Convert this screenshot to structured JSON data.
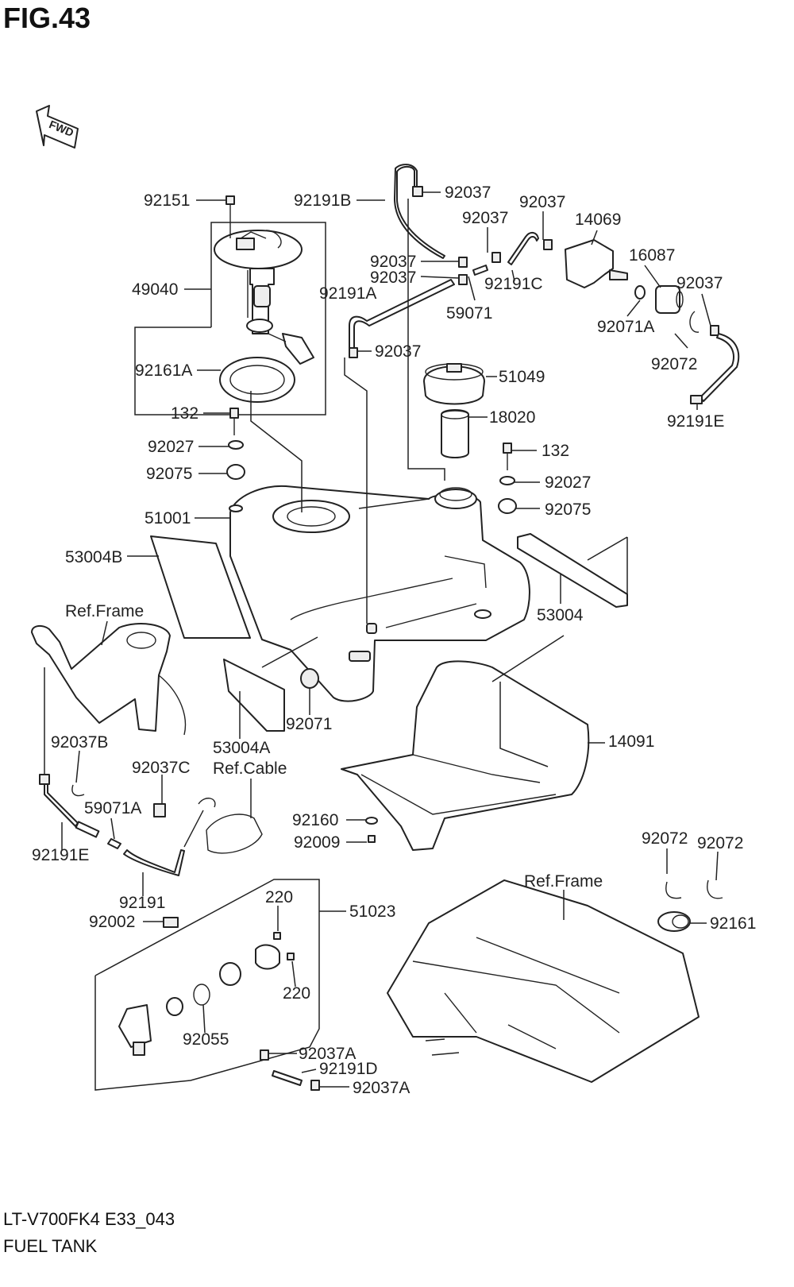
{
  "figure": {
    "title": "FIG.43",
    "model_code": "LT-V700FK4 E33_043",
    "name": "FUEL TANK"
  },
  "fwd_label": "FWD",
  "labels": [
    {
      "id": "92151",
      "text": "92151"
    },
    {
      "id": "49040",
      "text": "49040"
    },
    {
      "id": "92161A",
      "text": "92161A"
    },
    {
      "id": "132_left",
      "text": "132"
    },
    {
      "id": "92027_left",
      "text": "92027"
    },
    {
      "id": "92075_left",
      "text": "92075"
    },
    {
      "id": "51001",
      "text": "51001"
    },
    {
      "id": "53004B",
      "text": "53004B"
    },
    {
      "id": "ref_frame_1",
      "text": "Ref.Frame"
    },
    {
      "id": "92191B",
      "text": "92191B"
    },
    {
      "id": "92037_top",
      "text": "92037"
    },
    {
      "id": "92037_b",
      "text": "92037"
    },
    {
      "id": "92037_c",
      "text": "92037"
    },
    {
      "id": "14069",
      "text": "14069"
    },
    {
      "id": "92037_d",
      "text": "92037"
    },
    {
      "id": "92037_e",
      "text": "92037"
    },
    {
      "id": "16087",
      "text": "16087"
    },
    {
      "id": "92191C",
      "text": "92191C"
    },
    {
      "id": "92037_f",
      "text": "92037"
    },
    {
      "id": "92191A",
      "text": "92191A"
    },
    {
      "id": "59071",
      "text": "59071"
    },
    {
      "id": "92071A",
      "text": "92071A"
    },
    {
      "id": "92037_g",
      "text": "92037"
    },
    {
      "id": "92072_top",
      "text": "92072"
    },
    {
      "id": "51049",
      "text": "51049"
    },
    {
      "id": "92191E_right",
      "text": "92191E"
    },
    {
      "id": "18020",
      "text": "18020"
    },
    {
      "id": "132_right",
      "text": "132"
    },
    {
      "id": "92027_right",
      "text": "92027"
    },
    {
      "id": "92075_right",
      "text": "92075"
    },
    {
      "id": "53004",
      "text": "53004"
    },
    {
      "id": "92071",
      "text": "92071"
    },
    {
      "id": "53004A",
      "text": "53004A"
    },
    {
      "id": "14091",
      "text": "14091"
    },
    {
      "id": "92037B",
      "text": "92037B"
    },
    {
      "id": "92037C",
      "text": "92037C"
    },
    {
      "id": "ref_cable",
      "text": "Ref.Cable"
    },
    {
      "id": "59071A",
      "text": "59071A"
    },
    {
      "id": "92191E_left",
      "text": "92191E"
    },
    {
      "id": "92160",
      "text": "92160"
    },
    {
      "id": "92009",
      "text": "92009"
    },
    {
      "id": "92072_a",
      "text": "92072"
    },
    {
      "id": "92072_b",
      "text": "92072"
    },
    {
      "id": "92191",
      "text": "92191"
    },
    {
      "id": "ref_frame_2",
      "text": "Ref.Frame"
    },
    {
      "id": "92002",
      "text": "92002"
    },
    {
      "id": "220_top",
      "text": "220"
    },
    {
      "id": "51023",
      "text": "51023"
    },
    {
      "id": "92161",
      "text": "92161"
    },
    {
      "id": "220_bottom",
      "text": "220"
    },
    {
      "id": "92055",
      "text": "92055"
    },
    {
      "id": "92037A_top",
      "text": "92037A"
    },
    {
      "id": "92191D",
      "text": "92191D"
    },
    {
      "id": "92037A_bottom",
      "text": "92037A"
    }
  ]
}
